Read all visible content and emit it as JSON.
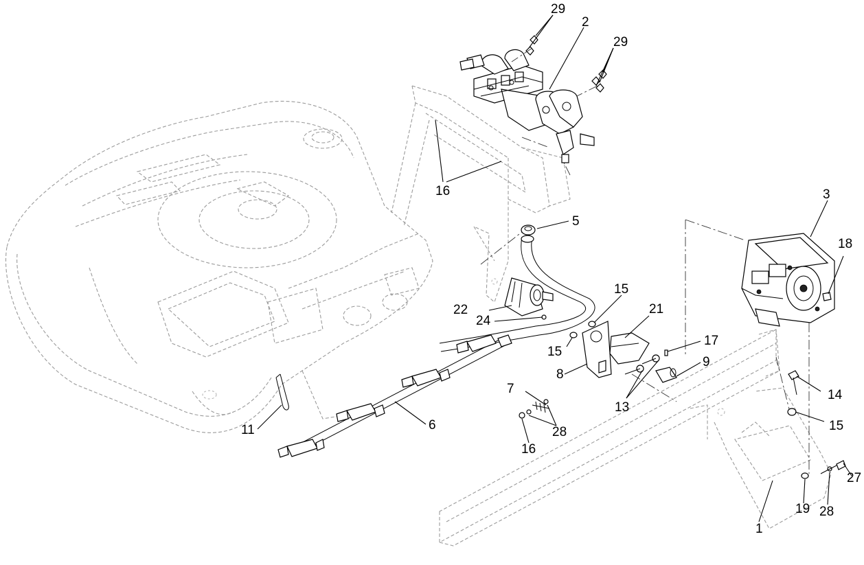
{
  "callouts": {
    "c29a": "29",
    "c2": "2",
    "c29b": "29",
    "c16a": "16",
    "c5": "5",
    "c3": "3",
    "c18": "18",
    "c22": "22",
    "c24": "24",
    "c15a": "15",
    "c21": "21",
    "c15b": "15",
    "c17": "17",
    "c8": "8",
    "c9": "9",
    "c7": "7",
    "c13": "13",
    "c14": "14",
    "c11": "11",
    "c6": "6",
    "c28a": "28",
    "c15c": "15",
    "c16b": "16",
    "c27": "27",
    "c28b": "28",
    "c19": "19",
    "c1": "1"
  },
  "colors": {
    "ink": "#000000",
    "ghost": "#9a9a9a",
    "background": "#ffffff"
  }
}
